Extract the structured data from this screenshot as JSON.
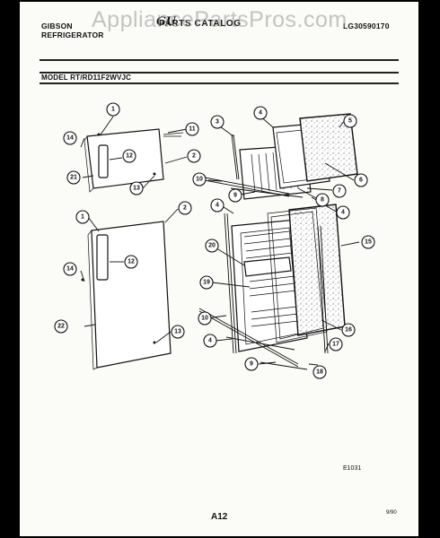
{
  "header": {
    "brand_line1": "GIBSON",
    "brand_line2": "REFRIGERATOR",
    "title": "PARTS CATALOG",
    "catalog_number": "LG30590170",
    "model": "MODEL RT/RD11F2WVJC"
  },
  "watermark": "AppliancePartsPros.com",
  "footer": {
    "figure_code": "E1031",
    "page": "A12",
    "date": "9/90"
  },
  "callouts": [
    "1",
    "2",
    "3",
    "4",
    "5",
    "6",
    "7",
    "8",
    "9",
    "10",
    "11",
    "12",
    "13",
    "14",
    "15",
    "16",
    "17",
    "18",
    "19",
    "20",
    "21",
    "22"
  ]
}
